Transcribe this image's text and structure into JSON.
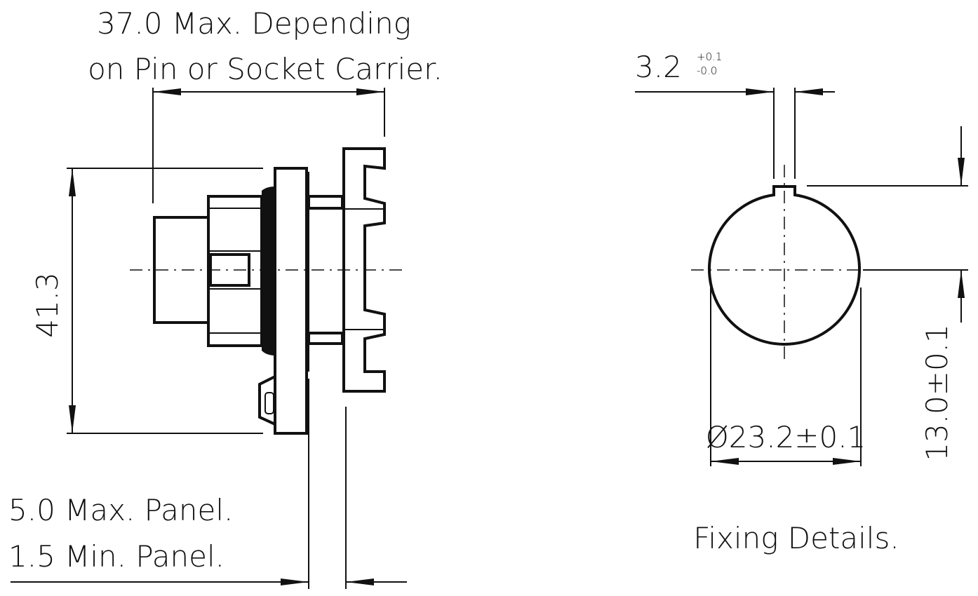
{
  "labels": {
    "length_line1": "37.0 Max. Depending",
    "length_line2": "on Pin or Socket Carrier.",
    "height": "41.3",
    "panel_max": "5.0 Max. Panel.",
    "panel_min": "1.5 Min. Panel.",
    "key_width": "3.2",
    "key_tol_plus": "+0.1",
    "key_tol_minus": "-0.0",
    "diameter": "Ø23.2±0.1",
    "key_offset": "13.0±0.1",
    "fixing_title": "Fixing Details."
  }
}
